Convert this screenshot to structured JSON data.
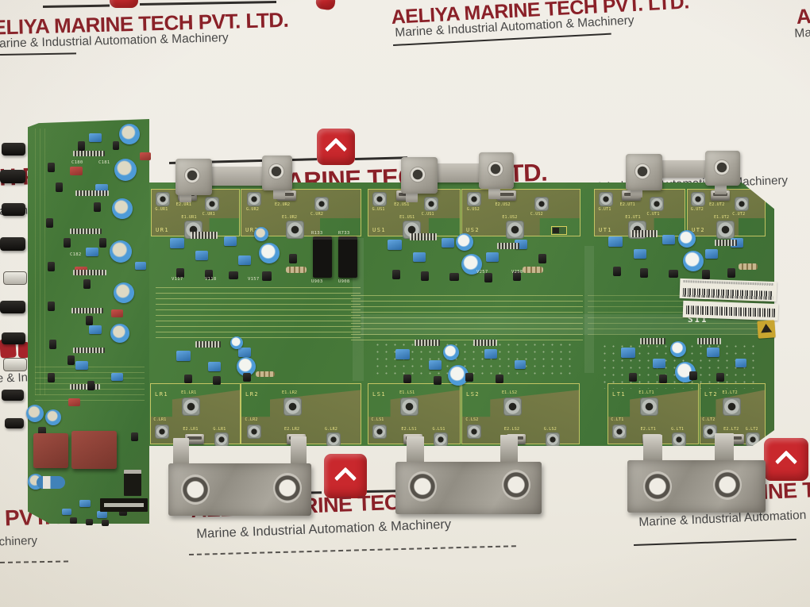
{
  "photo": {
    "description": "Green printed circuit board (IGBT gate driver board) with metal bus bars, photographed on white paper with watermarks",
    "paper_color": "#efece4",
    "board_green": "#4a7c3e",
    "section_olive": "#77793f",
    "silkscreen_yellow": "#e8e286"
  },
  "watermark": {
    "title": "AELIYA MARINE TECH PVT. LTD.",
    "tagline": "Marine & Industrial Automation & Machinery",
    "title_color": "#8a2028",
    "tagline_color": "#474747",
    "logo_color": "#c9282d"
  },
  "board": {
    "upper": [
      {
        "name": "UR1",
        "g": "G.UR1",
        "e2": "E2.UR1",
        "c": "C.UR1",
        "e1": "E1.UR1"
      },
      {
        "name": "UR2",
        "g": "G.UR2",
        "e2": "E2.UR2",
        "c": "C.UR2",
        "e1": "E1.UR2"
      },
      {
        "name": "US1",
        "g": "G.US1",
        "e2": "E2.US1",
        "c": "C.US1",
        "e1": "E1.US1"
      },
      {
        "name": "US2",
        "g": "G.US2",
        "e2": "E2.US2",
        "c": "C.US2",
        "e1": "E1.US2"
      },
      {
        "name": "UT1",
        "g": "G.UT1",
        "e2": "E2.UT1",
        "c": "C.UT1",
        "e1": "E1.UT1"
      },
      {
        "name": "UT2",
        "g": "G.UT2",
        "e2": "E2.UT2",
        "c": "C.UT2",
        "e1": "E1.UT2"
      }
    ],
    "lower": [
      {
        "name": "LR1",
        "e1": "E1.LR1",
        "c": "C.LR1",
        "e2": "E2.LR1",
        "g": "G.LR1"
      },
      {
        "name": "LR2",
        "e1": "E1.LR2",
        "c": "C.LR2",
        "e2": "E2.LR2",
        "g": "G.LR2"
      },
      {
        "name": "LS1",
        "e1": "E1.LS1",
        "c": "C.LS1",
        "e2": "E2.LS1",
        "g": "G.LS1"
      },
      {
        "name": "LS2",
        "e1": "E1.LS2",
        "c": "C.LS2",
        "e2": "E2.LS2",
        "g": "G.LS2"
      },
      {
        "name": "LT1",
        "e1": "E1.LT1",
        "c": "C.LT1",
        "e2": "E2.LT1",
        "g": "G.LT1"
      },
      {
        "name": "LT2",
        "e1": "E1.LT2",
        "c": "C.LT2",
        "e2": "E2.LT2",
        "g": "G.LT2"
      }
    ],
    "refs": {
      "v117": "V117",
      "v118": "V118",
      "v157": "V157",
      "v257": "V257",
      "v258": "V258",
      "r133": "R133",
      "r733": "R733",
      "u903": "U903",
      "u908": "U908",
      "c180": "C180",
      "c181": "C181",
      "c182": "C182",
      "sii": "SII"
    },
    "stickers": {
      "barcode_label_count": 2
    }
  }
}
